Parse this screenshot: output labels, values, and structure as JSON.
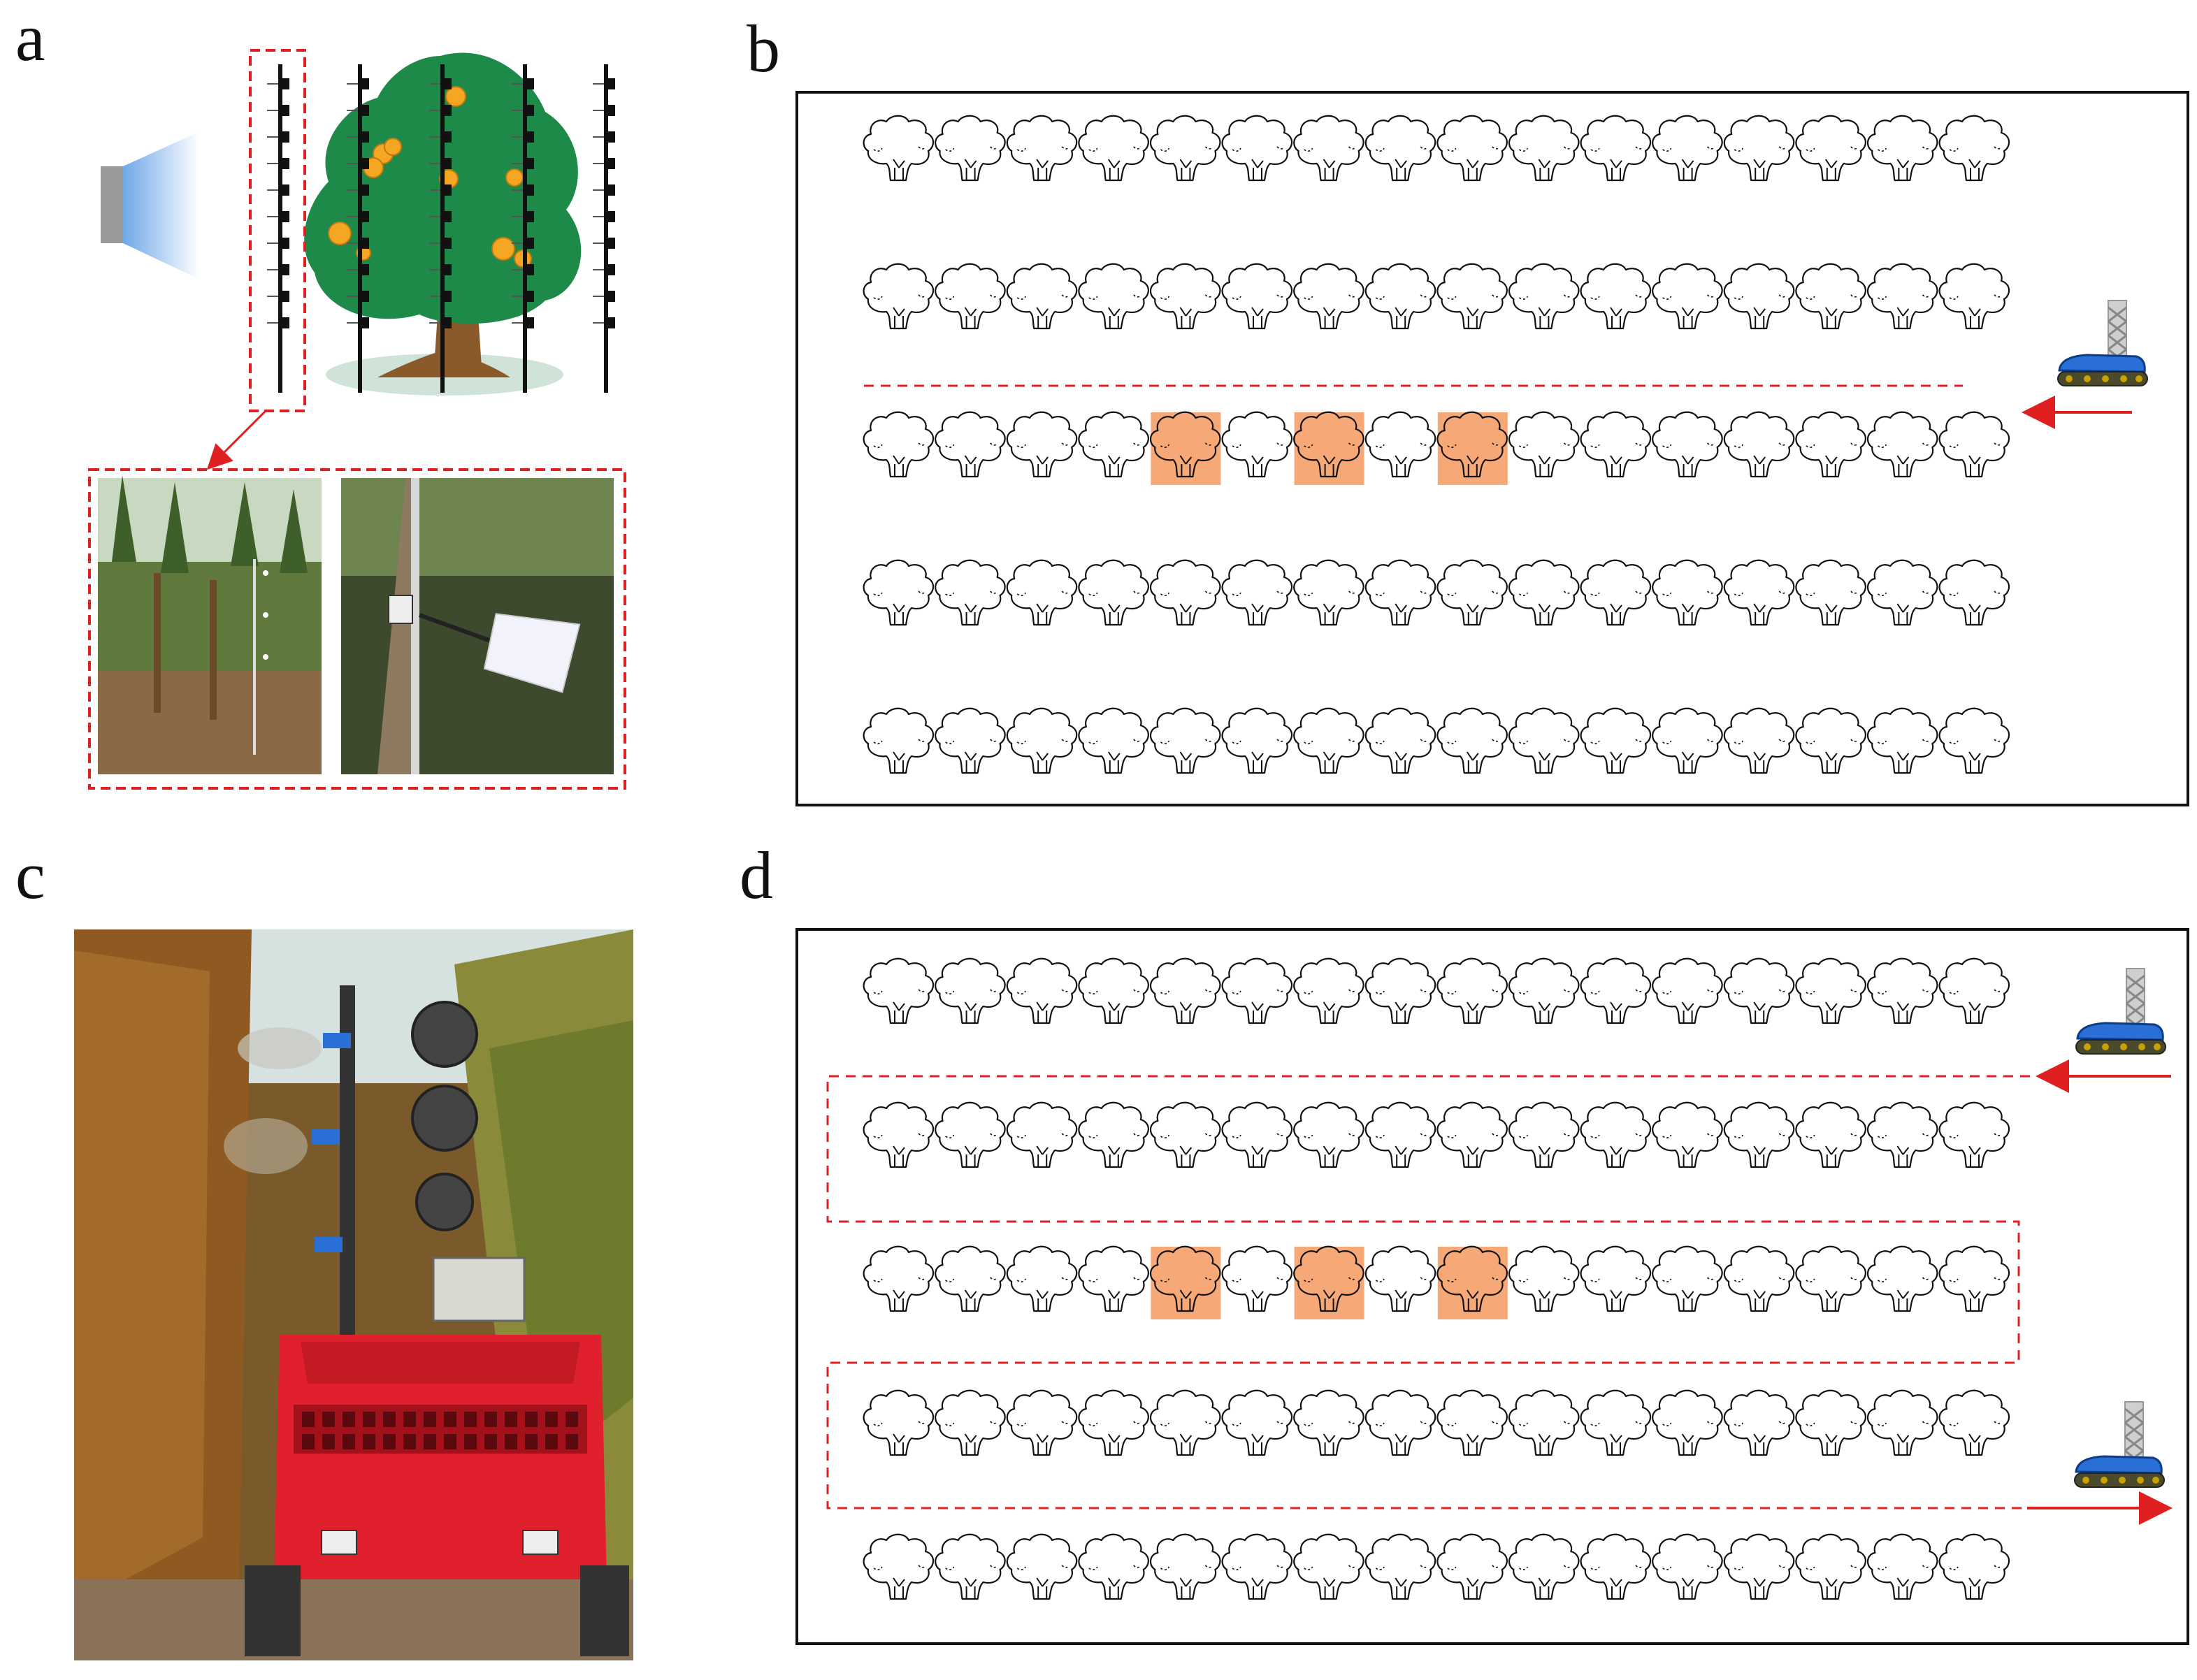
{
  "panels": {
    "a": {
      "label": "a",
      "description_parts": [
        "sprayer-nozzle",
        "tree-with-sampling-poles",
        "orchard-photo",
        "water-sensitive-card-photo"
      ]
    },
    "b": {
      "label": "b",
      "rows": 5,
      "trees_per_row": 16,
      "highlighted_row": 3,
      "highlighted_trees": [
        5,
        7,
        9
      ],
      "path": "single-pass"
    },
    "c": {
      "label": "c"
    },
    "d": {
      "label": "d",
      "rows": 5,
      "trees_per_row": 16,
      "highlighted_row": 3,
      "highlighted_trees": [
        5,
        7,
        9
      ],
      "path": "serpentine"
    }
  },
  "colors": {
    "path": "#e02020",
    "highlight": "#f6a877",
    "tree_green": "#1e8a4a",
    "fruit": "#f5a623",
    "robot_body": "#2a6fd6",
    "sprayer_red": "#e0202c"
  }
}
